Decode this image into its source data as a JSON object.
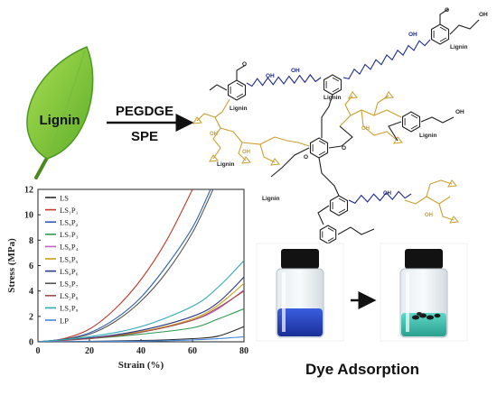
{
  "leaf": {
    "label": "Lignin",
    "color": "#8ccc3a"
  },
  "reaction": {
    "reagent_top": "PEGDGE",
    "reagent_bottom": "SPE"
  },
  "network": {
    "lignin_label": "Lignin",
    "oh_label": "OH",
    "o_label": "O",
    "peg_color": "#1c2a8c",
    "spe_color": "#c9a030",
    "core_color": "#222222"
  },
  "dye": {
    "caption": "Dye Adsorption",
    "before_color": "#1f45c8",
    "after_color": "#3ec7b4"
  },
  "chart_data": {
    "type": "line",
    "xlabel": "Strain (%)",
    "ylabel": "Stress (MPa)",
    "xlim": [
      0,
      80
    ],
    "ylim": [
      0,
      12
    ],
    "x_ticks": [
      "0",
      "20",
      "40",
      "60",
      "80"
    ],
    "y_ticks": [
      "0",
      "2",
      "4",
      "6",
      "8",
      "10",
      "12"
    ],
    "grid": false,
    "legend_position": "top-left",
    "series": [
      {
        "name": "LS",
        "color": "#2a2a2a",
        "x": [
          0,
          40,
          60,
          70,
          80
        ],
        "y": [
          0,
          0.1,
          0.25,
          0.45,
          1.2
        ]
      },
      {
        "name": "LS₁P₁",
        "color": "#c0392b",
        "x": [
          0,
          10,
          20,
          30,
          40,
          50,
          60
        ],
        "y": [
          0,
          0.25,
          1.0,
          2.6,
          4.9,
          8.0,
          12
        ]
      },
      {
        "name": "LS₉P₂",
        "color": "#3060b0",
        "x": [
          0,
          10,
          20,
          30,
          40,
          50,
          60,
          67
        ],
        "y": [
          0,
          0.2,
          0.7,
          1.8,
          3.5,
          6.0,
          9.0,
          12
        ]
      },
      {
        "name": "LS₇P₃",
        "color": "#2e9a50",
        "x": [
          0,
          20,
          40,
          60,
          70,
          80
        ],
        "y": [
          0,
          0.25,
          0.6,
          1.1,
          1.8,
          2.6
        ]
      },
      {
        "name": "LS₆P₄",
        "color": "#c060c8",
        "x": [
          0,
          20,
          40,
          60,
          70,
          80
        ],
        "y": [
          0,
          0.3,
          0.8,
          1.7,
          2.6,
          4.1
        ]
      },
      {
        "name": "LS₅P₅",
        "color": "#c8a018",
        "x": [
          0,
          20,
          40,
          60,
          70,
          80
        ],
        "y": [
          0,
          0.3,
          0.8,
          1.8,
          2.9,
          4.6
        ]
      },
      {
        "name": "LS₄P₆",
        "color": "#2a3a8a",
        "x": [
          0,
          20,
          40,
          60,
          70,
          80
        ],
        "y": [
          0,
          0.3,
          0.9,
          2.0,
          3.1,
          5.1
        ]
      },
      {
        "name": "LS₃P₇",
        "color": "#555555",
        "x": [
          0,
          10,
          20,
          30,
          40,
          50,
          60,
          68
        ],
        "y": [
          0,
          0.2,
          0.6,
          1.6,
          3.2,
          5.5,
          8.6,
          12
        ]
      },
      {
        "name": "LS₂P₈",
        "color": "#a04a4a",
        "x": [
          0,
          20,
          40,
          60,
          70,
          80
        ],
        "y": [
          0,
          0.25,
          0.75,
          1.7,
          2.7,
          4.0
        ]
      },
      {
        "name": "LS₁P₉",
        "color": "#30a8b8",
        "x": [
          0,
          20,
          40,
          60,
          70,
          80
        ],
        "y": [
          0,
          0.4,
          1.2,
          2.8,
          4.3,
          6.4
        ]
      },
      {
        "name": "LP",
        "color": "#4488dd",
        "x": [
          0,
          40,
          60,
          70,
          80
        ],
        "y": [
          0,
          0.05,
          0.15,
          0.25,
          0.4
        ]
      }
    ]
  }
}
